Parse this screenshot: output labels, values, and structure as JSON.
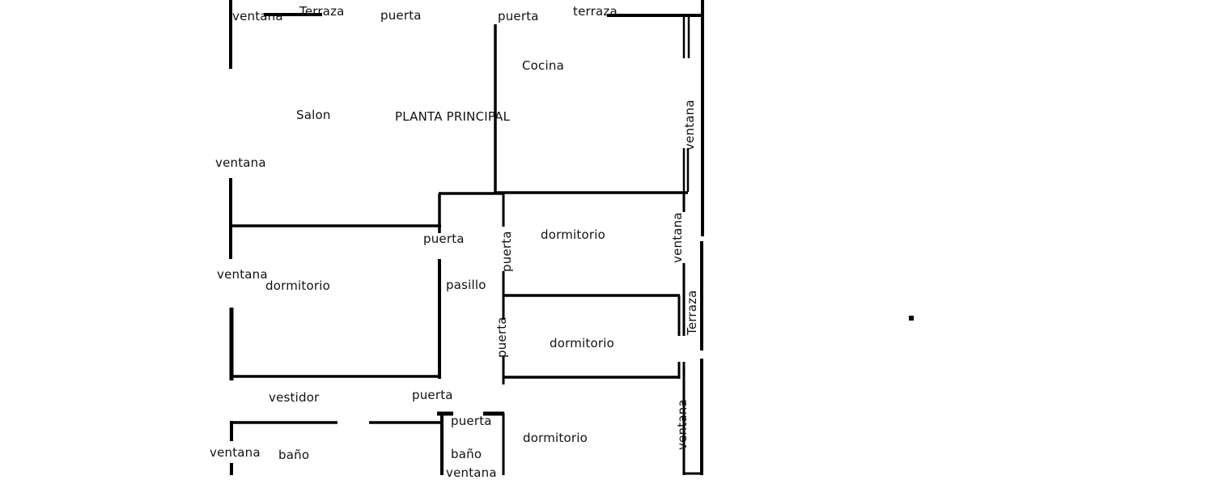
{
  "title": "PLANTA PRINCIPAL",
  "wall_color": "#000000",
  "background": "#ffffff",
  "rooms": [
    {
      "id": "salon",
      "label": "Salon"
    },
    {
      "id": "cocina",
      "label": "Cocina"
    },
    {
      "id": "dormitorio_1",
      "label": "dormitorio"
    },
    {
      "id": "dormitorio_2",
      "label": "dormitorio"
    },
    {
      "id": "dormitorio_3",
      "label": "dormitorio"
    },
    {
      "id": "dormitorio_4",
      "label": "dormitorio"
    },
    {
      "id": "pasillo",
      "label": "pasillo"
    },
    {
      "id": "vestidor",
      "label": "vestidor"
    },
    {
      "id": "bano_1",
      "label": "baño"
    },
    {
      "id": "bano_2",
      "label": "baño"
    }
  ],
  "labels": {
    "ventana_top_left": "ventana",
    "terraza_top_left": "Terraza",
    "puerta_top_center": "puerta",
    "puerta_top_kitchen": "puerta",
    "terraza_top_right": "terraza",
    "ventana_salon_left": "ventana",
    "ventana_kitchen_right": "ventana",
    "puerta_pasillo_top": "puerta",
    "puerta_dorm2_vertical": "puerta",
    "ventana_dorm2_right": "ventana",
    "ventana_dorm1_left": "ventana",
    "terraza_right": "Terraza",
    "puerta_dorm3_vertical": "puerta",
    "puerta_lower": "puerta",
    "puerta_bano2": "puerta",
    "ventana_bano1_left": "ventana",
    "ventana_bano2_bottom": "ventana",
    "ventana_dorm4_right": "ventana"
  }
}
